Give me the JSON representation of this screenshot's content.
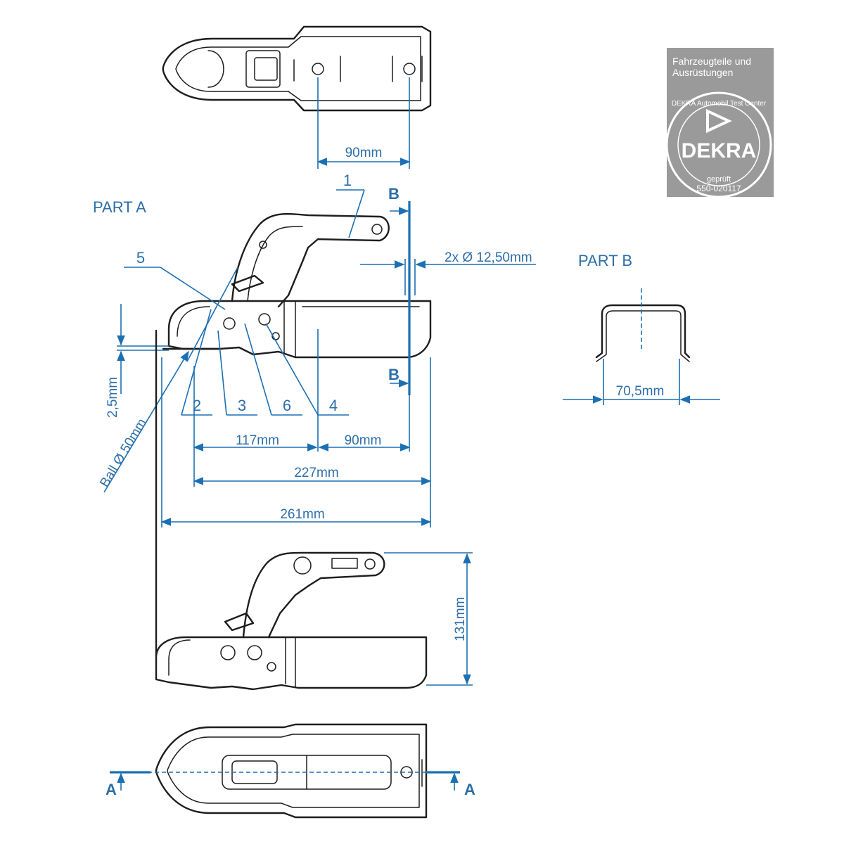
{
  "top_view": {
    "hole_spacing": "90mm"
  },
  "part_a": {
    "title": "PART  A",
    "callouts": [
      "1",
      "2",
      "3",
      "4",
      "5",
      "6"
    ],
    "hole_diameter": "2x Ø 12,50mm",
    "offset": "2,5mm",
    "ball": "Ball Ø 50mm",
    "dim_117": "117mm",
    "dim_90": "90mm",
    "dim_227": "227mm",
    "dim_261": "261mm",
    "section_b_label": "B"
  },
  "part_b": {
    "title": "PART  B",
    "width": "70,5mm"
  },
  "side_view": {
    "height": "131mm"
  },
  "bottom_view": {
    "section_a_label": "A"
  },
  "certification": {
    "header": "Fahrzeugteile und Ausrüstungen",
    "ring_text": "DEKRA Automobil Test Center",
    "brand": "DEKRA",
    "status": "geprüft",
    "number": "550-020117",
    "colors": {
      "badge_gray": "#9a9a9a",
      "dimension_blue": "#1b6fb3"
    }
  }
}
